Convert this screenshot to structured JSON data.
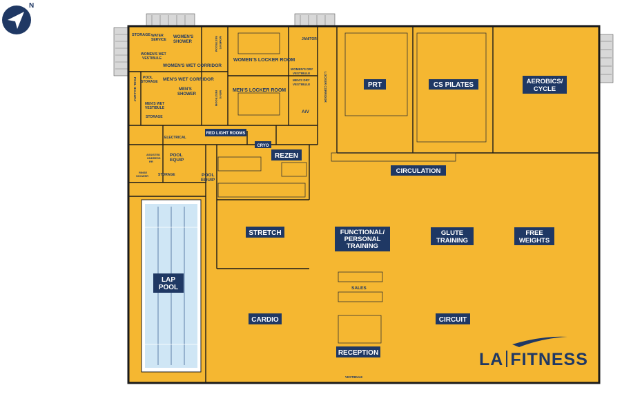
{
  "compass": {
    "north_label": "N",
    "icon": "compass-arrow-icon"
  },
  "colors": {
    "floor": "#f5b731",
    "label_bg": "#1f3864",
    "label_text": "#ffffff",
    "pool": "#cfe6f5",
    "wall": "#1a1a1a"
  },
  "areas": {
    "prt": "PRT",
    "cs_pilates": "CS PILATES",
    "aerobics": [
      "AEROBICS/",
      "CYCLE"
    ],
    "circulation": "CIRCULATION",
    "rezen": "REZEN",
    "stretch": "STRETCH",
    "functional": [
      "FUNCTIONAL/",
      "PERSONAL",
      "TRAINING"
    ],
    "glute": [
      "GLUTE",
      "TRAINING"
    ],
    "free_weights": [
      "FREE",
      "WEIGHTS"
    ],
    "lap_pool": [
      "LAP",
      "POOL"
    ],
    "cardio": "CARDIO",
    "circuit": "CIRCUIT",
    "reception": "RECEPTION"
  },
  "small_labels": {
    "storage_top": "STORAGE",
    "water_service": [
      "WATER",
      "SERVICE"
    ],
    "womens_shower": [
      "WOMEN'S",
      "SHOWER"
    ],
    "womens_restroom": [
      "WOMEN'S",
      "RESTROOM"
    ],
    "womens_wet_vestibule": [
      "WOMEN'S WET",
      "VESTIBULE"
    ],
    "womens_wet_corridor": "WOMEN'S WET CORRIDOR",
    "womens_locker_room": "WOMEN'S LOCKER ROOM",
    "janitor": "JANITOR",
    "womens_dry_vestibule": [
      "WOMEN'S DRY",
      "VESTIBULE"
    ],
    "mens_dry_vestibule": [
      "MEN'S DRY",
      "VESTIBULE"
    ],
    "locker_corridor": "LOCKER CORRIDOR",
    "pool_storage": [
      "POOL",
      "STORAGE"
    ],
    "mens_wet_corridor": "MEN'S WET CORRIDOR",
    "mens_shower": [
      "MEN'S",
      "SHOWER"
    ],
    "mens_restroom": [
      "MEN'S",
      "RESTROOM"
    ],
    "mens_locker_room": "MEN'S LOCKER ROOM",
    "pool_hallway": "POOL HALLWAY",
    "mens_wet_vestibule": [
      "MEN'S WET",
      "VESTIBULE"
    ],
    "storage_mid": "STORAGE",
    "av": "A/V",
    "electrical": "ELECTRICAL",
    "red_light_rooms": "RED LIGHT ROOMS",
    "cryo": "CRYO",
    "pool_equip_1": [
      "POOL",
      "EQUIP"
    ],
    "assisted_undress": [
      "ASSISTED",
      "UNDRESS",
      "RR"
    ],
    "rinse_shower": [
      "RINSE",
      "SHOWER"
    ],
    "storage_low": "STORAGE",
    "pool_equip_2": [
      "POOL",
      "EQUIP"
    ],
    "sales": "SALES",
    "vestibule": "VESTIBULE"
  },
  "logo": {
    "left": "LA",
    "right": "FITNESS"
  }
}
